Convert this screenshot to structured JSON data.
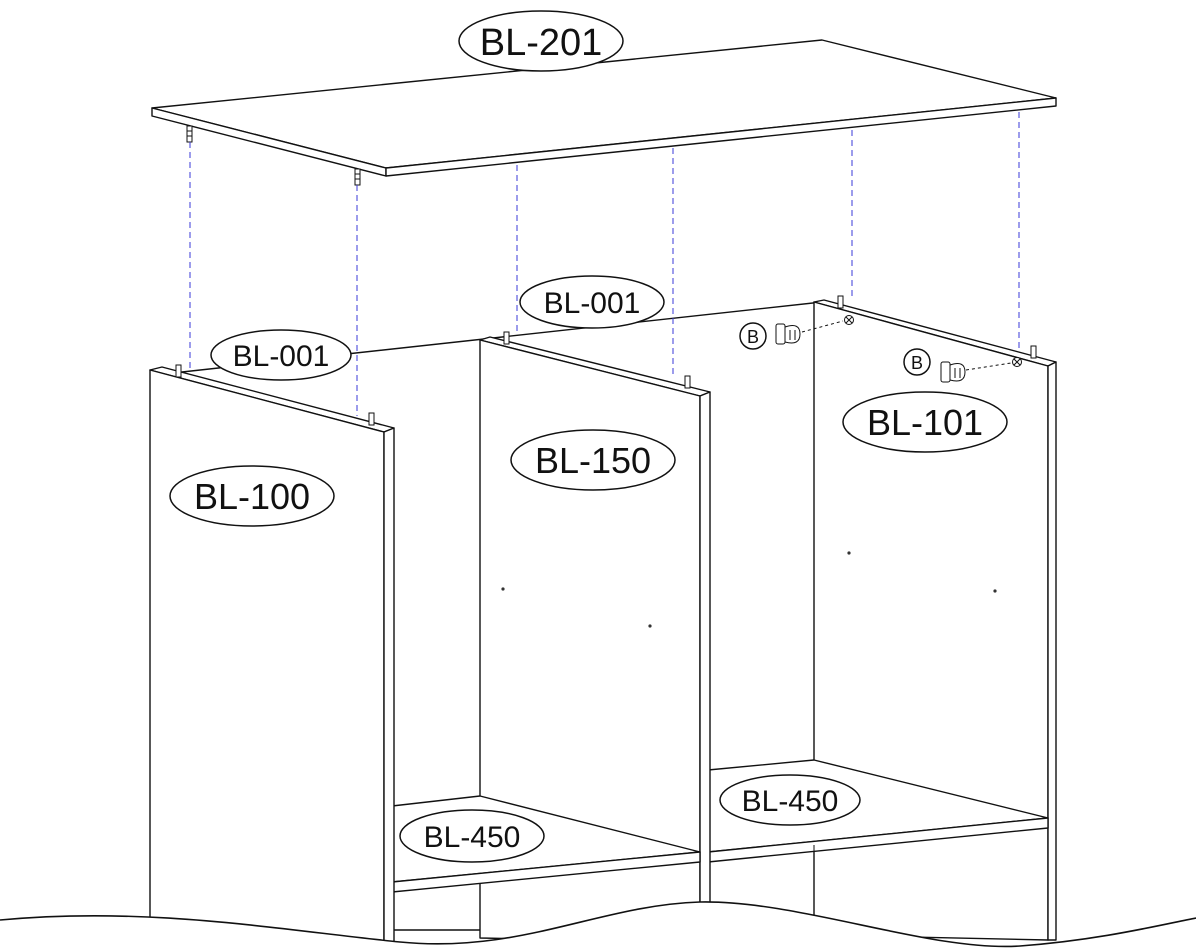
{
  "labels": {
    "top_panel": "BL-201",
    "left_side_panel": "BL-100",
    "middle_panel": "BL-150",
    "right_side_panel": "BL-101",
    "back_panel_left": "BL-001",
    "back_panel_right": "BL-001",
    "shelf_left": "BL-450",
    "shelf_right": "BL-450",
    "fitting_upper": "B",
    "fitting_lower": "B"
  },
  "colors": {
    "guide_line": "#3a3ad8",
    "outline": "#111111"
  }
}
